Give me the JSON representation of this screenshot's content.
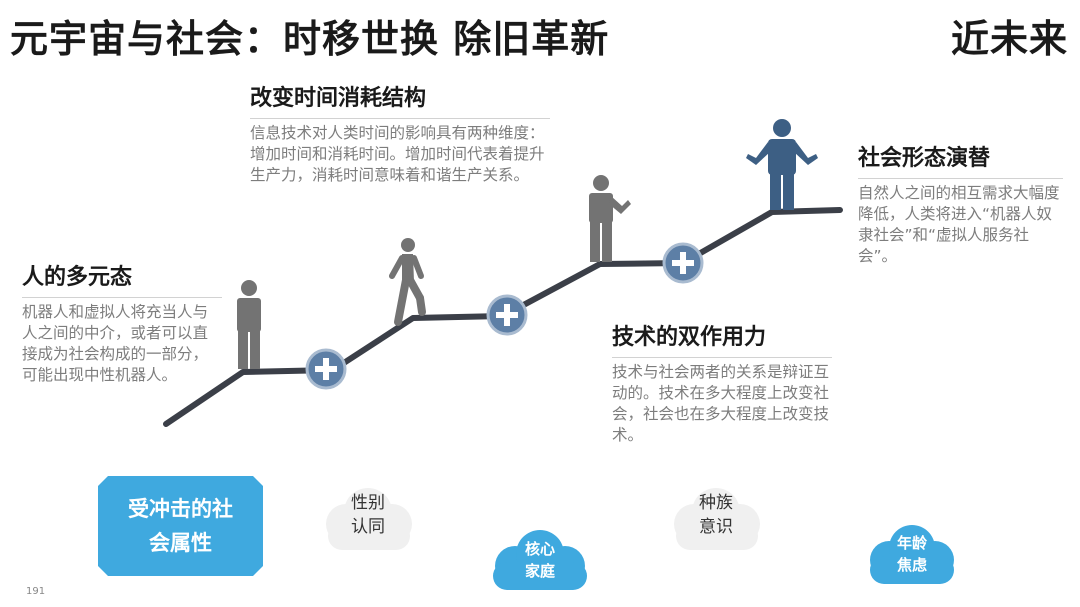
{
  "header": {
    "title": "元宇宙与社会：时移世换 除旧革新",
    "corner": "近未来"
  },
  "blocks": {
    "b1": {
      "heading": "人的多元态",
      "body": "机器人和虚拟人将充当人与人之间的中介，或者可以直接成为社会构成的一部分，可能出现中性机器人。"
    },
    "b2": {
      "heading": "改变时间消耗结构",
      "body": "信息技术对人类时间的影响具有两种维度：增加时间和消耗时间。增加时间代表着提升生产力，消耗时间意味着和谐生产关系。"
    },
    "b3": {
      "heading": "技术的双作用力",
      "body": "技术与社会两者的关系是辩证互动的。技术在多大程度上改变社会，社会也在多大程度上改变技术。"
    },
    "b4": {
      "heading": "社会形态演替",
      "body": "自然人之间的相互需求大幅度降低，人类将进入“机器人奴隶社会”和“虚拟人服务社会”。"
    }
  },
  "bottom": {
    "main_tag": "受冲击的社会属性",
    "clouds": [
      {
        "text1": "性别",
        "text2": "认同",
        "style": "grey"
      },
      {
        "text1": "核心",
        "text2": "家庭",
        "style": "blue"
      },
      {
        "text1": "种族",
        "text2": "意识",
        "style": "grey"
      },
      {
        "text1": "年龄",
        "text2": "焦虑",
        "style": "blue"
      }
    ]
  },
  "page_number": "191",
  "colors": {
    "accent_blue": "#3fa9df",
    "stair": "#3b3f48",
    "plus_circle": "#5d7fa6",
    "figure": "#737373",
    "body_text": "#7d7d7d"
  }
}
